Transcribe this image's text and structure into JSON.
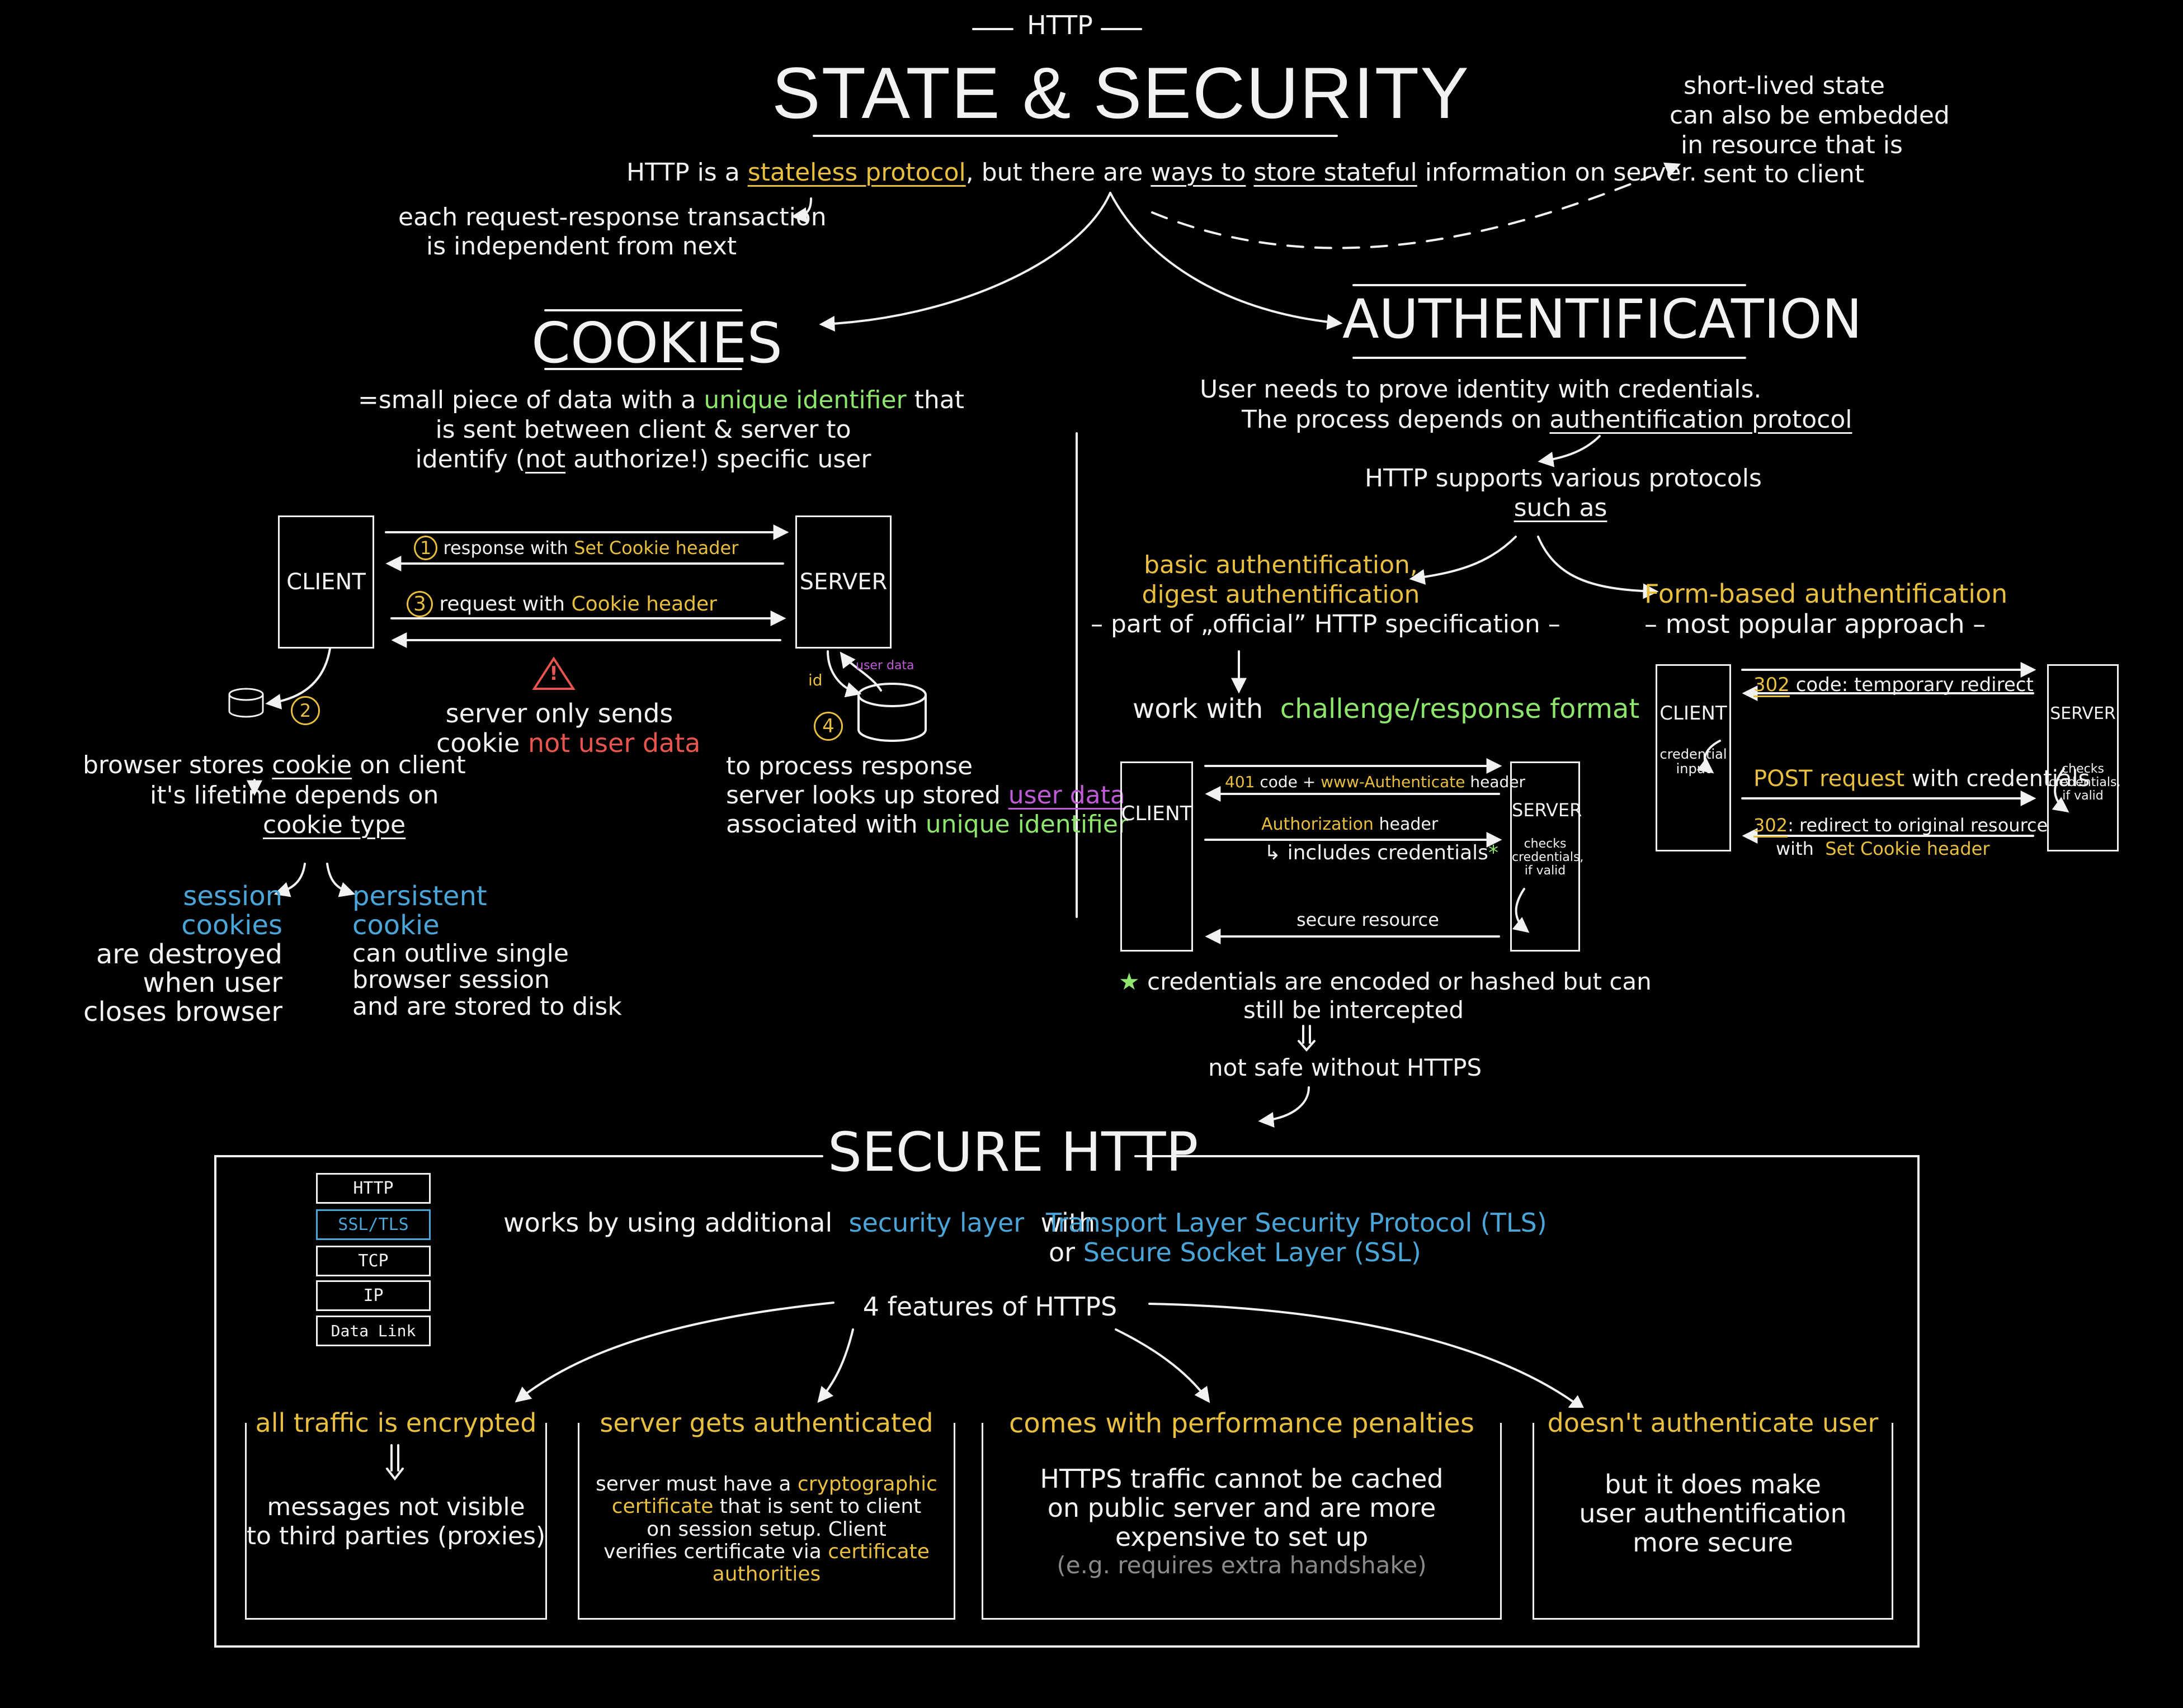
{
  "header": {
    "kicker": "HTTP",
    "title": "STATE & SECURITY"
  },
  "intro": {
    "p1": "HTTP is a",
    "p2": "stateless protocol",
    "p3": ", but there are",
    "p4": "ways to",
    "p5": "store stateful",
    "p6": "information on server.",
    "note_l1": "each request-response transaction",
    "note_l2": "is independent from next",
    "side_l1": "short-lived state",
    "side_l2": "can also be embedded",
    "side_l3": "in resource that is",
    "side_l4": "sent to client"
  },
  "cookies": {
    "title": "COOKIES",
    "d1": "=small piece of data with a",
    "d2": "unique identifier",
    "d3": "that",
    "d4": "is sent between client & server to",
    "d5": "identify (",
    "d6": "not",
    "d7": " authorize!) specific user",
    "client": "CLIENT",
    "server": "SERVER",
    "step1_num": "1",
    "step1": "response with",
    "step1_hdr": "Set Cookie header",
    "step2_num": "2",
    "step3_num": "3",
    "step3": "request with",
    "step3_hdr": "Cookie header",
    "step4_num": "4",
    "id_label": "id",
    "userdata_label": "user data",
    "warn_icon": "!",
    "warn1": "server only sends",
    "warn2": "cookie",
    "warn3": "not user data",
    "browser_l1": "browser stores",
    "browser_l1b": "cookie",
    "browser_l1c": "on client",
    "browser_l2": "it's lifetime depends on",
    "browser_l3": "cookie type",
    "session_title1": "session",
    "session_title2": "cookies",
    "session_l1": "are destroyed",
    "session_l2": "when user",
    "session_l3": "closes browser",
    "persist_title1": "persistent",
    "persist_title2": "cookie",
    "persist_l1": "can outlive single",
    "persist_l2": "browser session",
    "persist_l3": "and are stored to disk",
    "lookup_l1": "to process response",
    "lookup_l2": "server looks up stored",
    "lookup_l2b": "user data",
    "lookup_l3": "associated with",
    "lookup_l3b": "unique identifier"
  },
  "auth": {
    "title": "AUTHENTIFICATION",
    "d1": "User needs to prove identity with credentials.",
    "d2": "The process depends on",
    "d3": "authentification protocol",
    "proto_l1": "HTTP supports various protocols",
    "proto_l2": "such as",
    "basic_l1": "basic authentification,",
    "basic_l2": "digest authentification",
    "basic_l3": "– part of „official” HTTP specification –",
    "form_l1": "Form-based authentification",
    "form_l2": "– most popular approach –",
    "challenge_l1": "work with",
    "challenge_l2": "challenge/response format",
    "cr_client": "CLIENT",
    "cr_server": "SERVER",
    "cr_401": "401",
    "cr_401b": "code +",
    "cr_401c": "www-Authenticate",
    "cr_401d": "header",
    "cr_auth": "Authorization",
    "cr_authb": "header",
    "cr_incl": "↳ includes credentials",
    "cr_secure": "secure resource",
    "cr_checks1": "checks",
    "cr_checks2": "credentials,",
    "cr_checks3": "if valid",
    "star_l1": "credentials are encoded or hashed but can",
    "star_l2": "still be intercepted",
    "notsafe": "not safe without HTTPS",
    "fb_client": "CLIENT",
    "fb_server": "SERVER",
    "fb_302": "302",
    "fb_302b": "code: temporary redirect",
    "fb_cred1": "credential",
    "fb_cred2": "input",
    "fb_post": "POST request",
    "fb_postb": "with credentials",
    "fb_302c": "302",
    "fb_302d": ": redirect to original resource",
    "fb_with": "with",
    "fb_setcookie": "Set Cookie header",
    "fb_checks1": "checks",
    "fb_checks2": "credentials,",
    "fb_checks3": "if valid"
  },
  "secure": {
    "title": "SECURE HTTP",
    "stack": [
      "HTTP",
      "SSL/TLS",
      "TCP",
      "IP",
      "Data Link"
    ],
    "d1": "works by using additional",
    "d2": "security layer",
    "d3": "with",
    "d4": "Transport Layer Security Protocol (TLS)",
    "d5": "or",
    "d6": "Secure Socket Layer (SSL)",
    "features": "4 features of HTTPS",
    "f1_title": "all traffic is encrypted",
    "f1_l1": "messages not visible",
    "f1_l2": "to third parties (proxies)",
    "f2_title": "server gets authenticated",
    "f2_l1a": "server must have a",
    "f2_l1b": "cryptographic",
    "f2_l2a": "certificate",
    "f2_l2b": "that is sent to client",
    "f2_l3": "on session setup. Client",
    "f2_l4a": "verifies certificate via",
    "f2_l4b": "certificate",
    "f2_l5": "authorities",
    "f3_title": "comes with performance penalties",
    "f3_l1": "HTTPS traffic cannot be cached",
    "f3_l2": "on public server and are more",
    "f3_l3": "expensive to set up",
    "f3_l4": "(e.g. requires extra handshake)",
    "f4_title": "doesn't authenticate user",
    "f4_l1": "but it does make",
    "f4_l2": "user authentification",
    "f4_l3": "more secure"
  },
  "colors": {
    "background": "#000000",
    "chalk": "#f2f2f2",
    "yellow": "#e8bf3e",
    "green": "#8ee66c",
    "blue": "#4aa6d8",
    "red": "#e8554e",
    "purple": "#c05ad8",
    "grey": "#8a8a8a"
  }
}
